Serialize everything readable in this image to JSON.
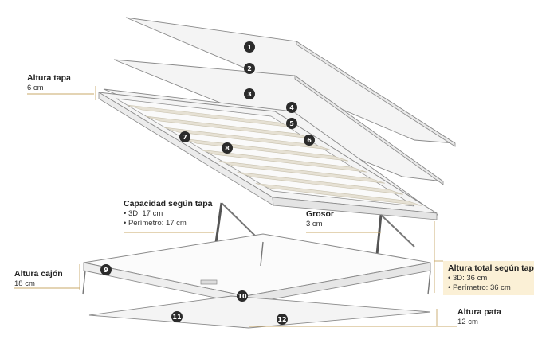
{
  "colors": {
    "line": "#8a8a8a",
    "fill": "#f4f4f4",
    "slat": "#e6e1d4",
    "accent": "#c9a86a",
    "badge": "#2b2b2b",
    "highlight": "#fbf0d6"
  },
  "labels": {
    "altura_tapa": {
      "title": "Altura tapa",
      "value": "6 cm"
    },
    "capacidad": {
      "title": "Capacidad según tapa",
      "items": [
        "3D: 17 cm",
        "Perímetro: 17 cm"
      ]
    },
    "grosor": {
      "title": "Grosor",
      "value": "3 cm"
    },
    "altura_cajon": {
      "title": "Altura cajón",
      "value": "18 cm"
    },
    "altura_total": {
      "title": "Altura total según tapa",
      "items": [
        "3D: 36 cm",
        "Perímetro: 36 cm"
      ]
    },
    "altura_pata": {
      "title": "Altura pata",
      "value": "12 cm"
    }
  },
  "callouts": [
    "1",
    "2",
    "3",
    "4",
    "5",
    "6",
    "7",
    "8",
    "9",
    "10",
    "11",
    "12"
  ]
}
